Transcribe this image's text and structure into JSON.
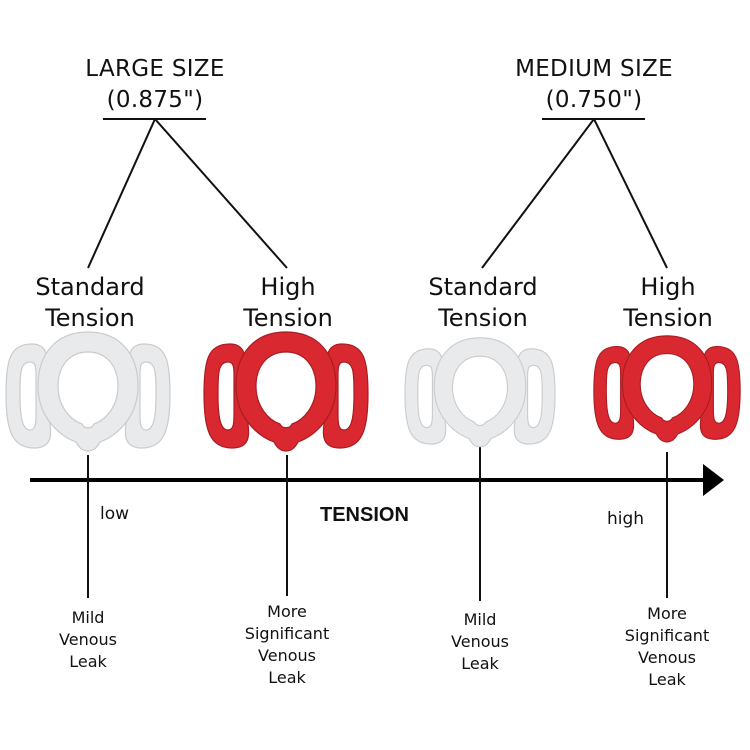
{
  "groups": [
    {
      "size_name": "LARGE SIZE",
      "size_value": "(0.875\")",
      "options": [
        {
          "tension_line1": "Standard",
          "tension_line2": "Tension",
          "ring_color": "#e9eaeb",
          "leak_lines": [
            "Mild",
            "Venous",
            "Leak"
          ]
        },
        {
          "tension_line1": "High",
          "tension_line2": "Tension",
          "ring_color": "#d9282f",
          "leak_lines": [
            "More",
            "Significant",
            "Venous",
            "Leak"
          ]
        }
      ]
    },
    {
      "size_name": "MEDIUM SIZE",
      "size_value": "(0.750\")",
      "options": [
        {
          "tension_line1": "Standard",
          "tension_line2": "Tension",
          "ring_color": "#e9eaeb",
          "leak_lines": [
            "Mild",
            "Venous",
            "Leak"
          ]
        },
        {
          "tension_line1": "High",
          "tension_line2": "Tension",
          "ring_color": "#d9282f",
          "leak_lines": [
            "More",
            "Significant",
            "Venous",
            "Leak"
          ]
        }
      ]
    }
  ],
  "axis": {
    "title": "TENSION",
    "low_label": "low",
    "high_label": "high"
  }
}
